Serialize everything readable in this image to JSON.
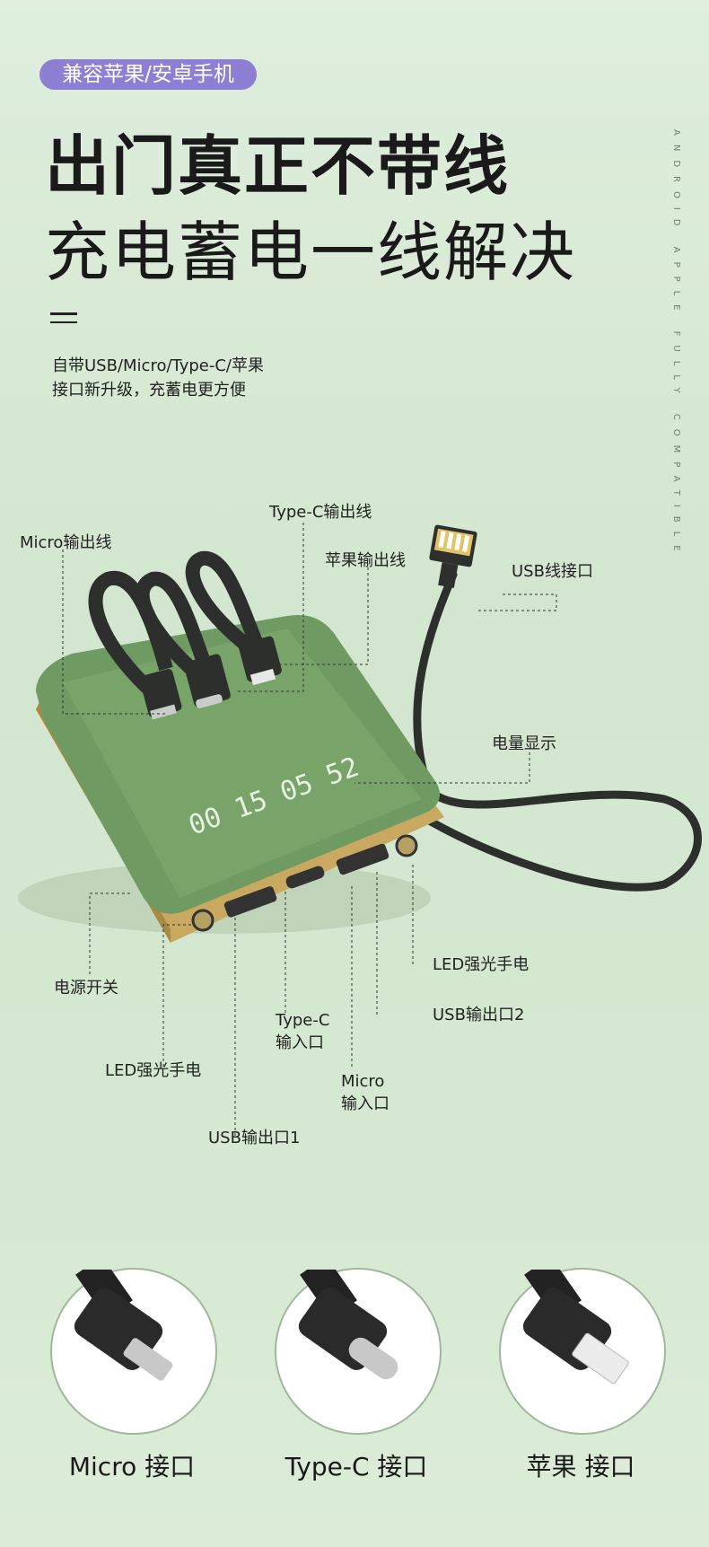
{
  "badge": "兼容苹果/安卓手机",
  "headline": {
    "line1": "出门真正不带线",
    "line2": "充电蓄电一线解决"
  },
  "description": {
    "line1": "自带USB/Micro/Type-C/苹果",
    "line2": "接口新升级，充蓄电更方便"
  },
  "side_text": "ANDROID APPLE FULLY COMPATIBLE",
  "display_digits": "00 15 05 52",
  "callouts": {
    "micro_cable": "Micro输出线",
    "typec_cable": "Type-C输出线",
    "apple_cable": "苹果输出线",
    "usb_cable": "USB线接口",
    "battery_display": "电量显示",
    "power_switch": "电源开关",
    "led_right": "LED强光手电",
    "usb_out2": "USB输出口2",
    "typec_in_1": "Type-C",
    "typec_in_2": "输入口",
    "micro_in_1": "Micro",
    "micro_in_2": "输入口",
    "led_left": "LED强光手电",
    "usb_out1": "USB输出口1"
  },
  "connectors": [
    {
      "label": "Micro 接口",
      "icon": "micro-usb-plug-icon"
    },
    {
      "label": "Type-C 接口",
      "icon": "type-c-plug-icon"
    },
    {
      "label": "苹果 接口",
      "icon": "lightning-plug-icon"
    }
  ],
  "colors": {
    "badge": "#8d7fd3",
    "body_green": "#6f9a62",
    "gold": "#c9a860",
    "background": "#d6e8d2"
  }
}
